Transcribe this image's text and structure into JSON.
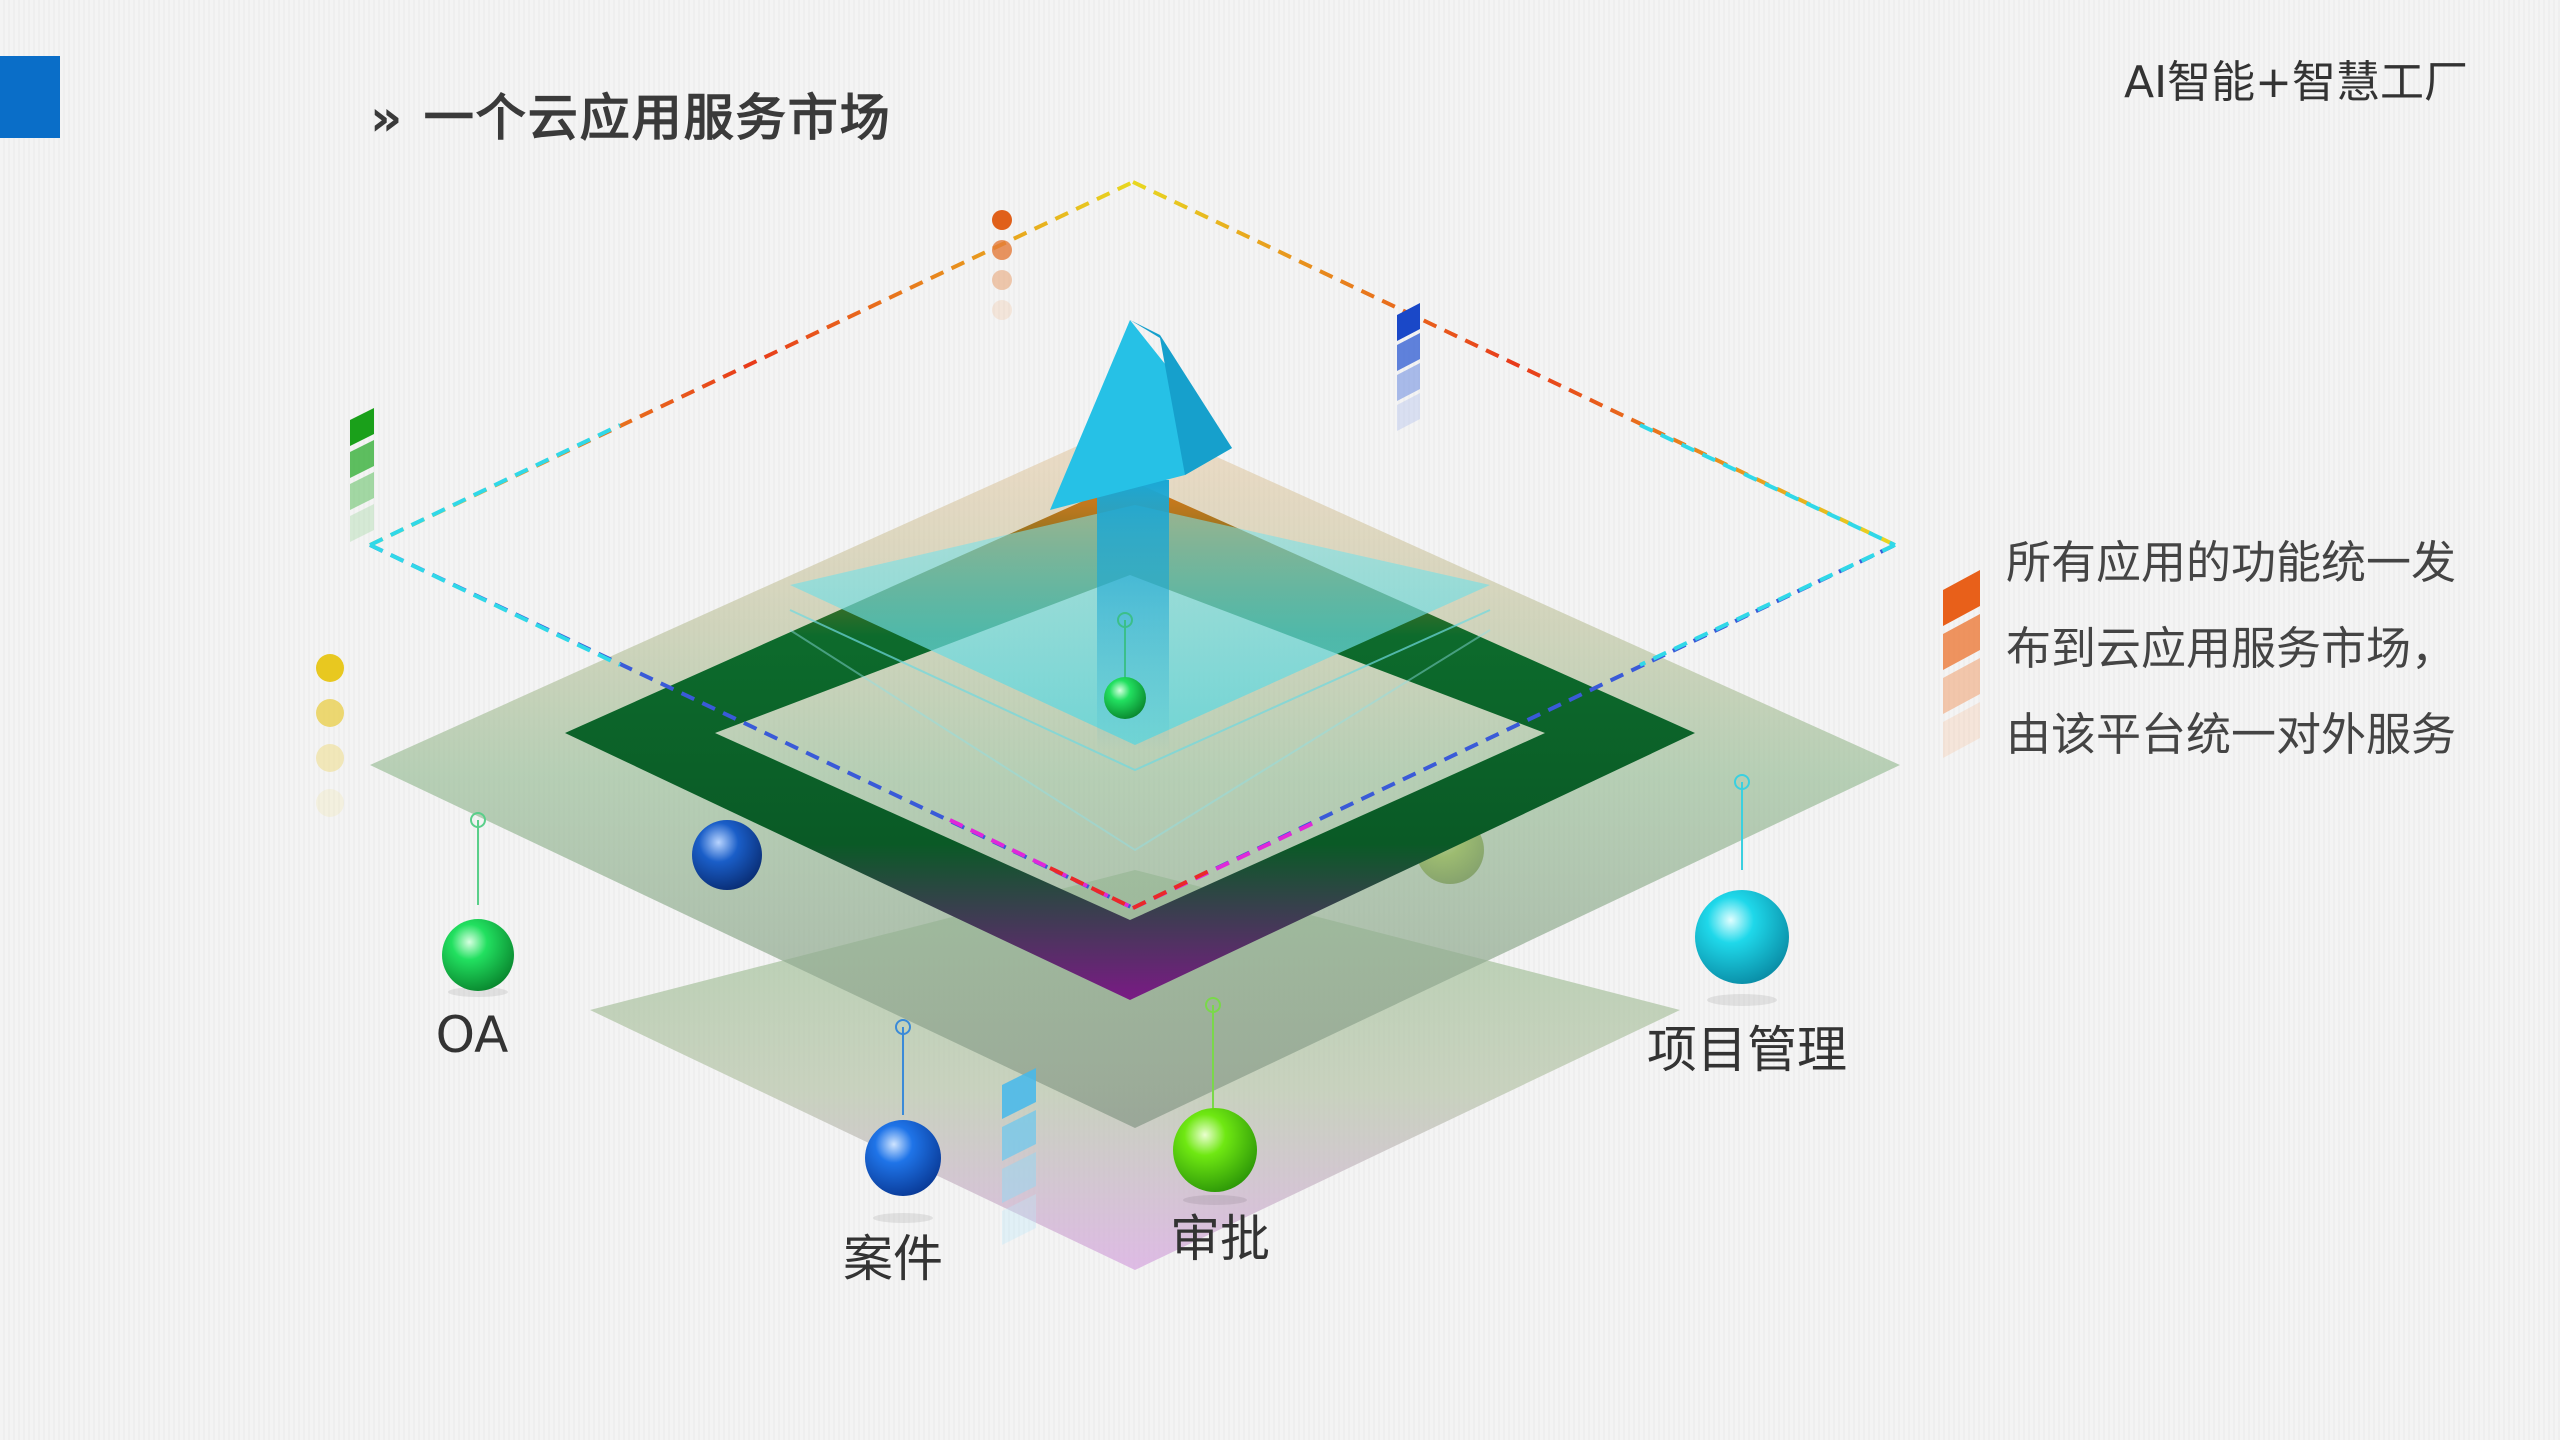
{
  "header": {
    "title": "» 一个云应用服务市场",
    "brand": "AI智能+智慧工厂"
  },
  "description": "所有应用的功能统一发布到云应用服务市场，由该平台统一对外服务",
  "nodes": [
    {
      "label": "OA",
      "color": "#22e060"
    },
    {
      "label": "案件",
      "color": "#1f74e8"
    },
    {
      "label": "审批",
      "color": "#6fe812"
    },
    {
      "label": "项目管理",
      "color": "#1fd8ea"
    }
  ],
  "colors": {
    "accent": "#0a6ec8",
    "frame_green": "#0f6e2d",
    "frame_purple": "#7a1a85",
    "arrow": "#1fb5dc"
  }
}
